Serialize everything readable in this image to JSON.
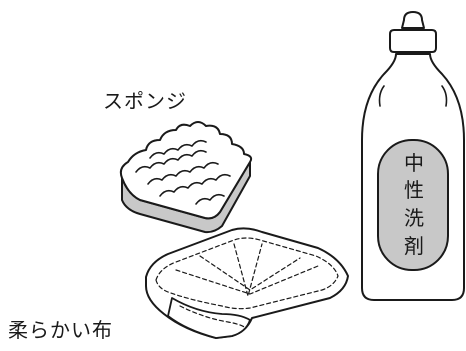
{
  "labels": {
    "sponge": "スポンジ",
    "cloth": "柔らかい布"
  },
  "bottle": {
    "label_chars": [
      "中",
      "性",
      "洗",
      "剤"
    ]
  },
  "colors": {
    "line": "#1a1a1a",
    "sponge_side": "#c8c8c8",
    "bottle_label": "#c8c8c8",
    "background": "#ffffff"
  }
}
